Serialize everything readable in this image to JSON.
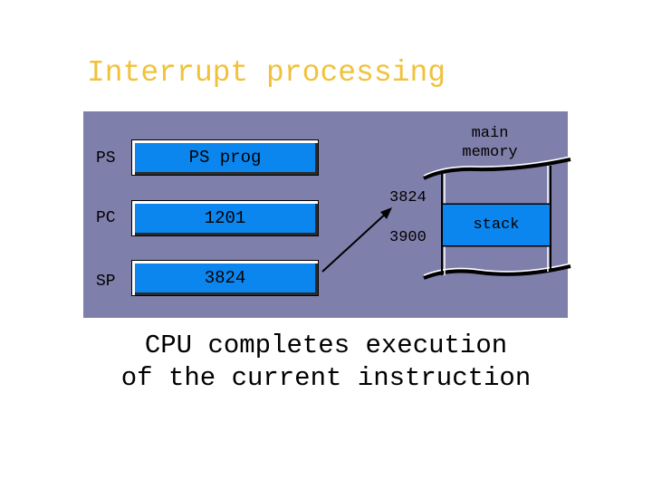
{
  "title": "Interrupt processing",
  "registers": [
    {
      "name": "PS",
      "value": "PS prog"
    },
    {
      "name": "PC",
      "value": "1201"
    },
    {
      "name": "SP",
      "value": "3824"
    }
  ],
  "memory": {
    "label_line1": "main",
    "label_line2": "memory",
    "addr_top": "3824",
    "addr_bottom": "3900",
    "stack_label": "stack"
  },
  "caption": {
    "line1": "CPU completes execution",
    "line2": "of the current instruction"
  },
  "colors": {
    "title": "#f0c23c",
    "panel": "#7f7fab",
    "register_fill": "#0b86ee"
  }
}
